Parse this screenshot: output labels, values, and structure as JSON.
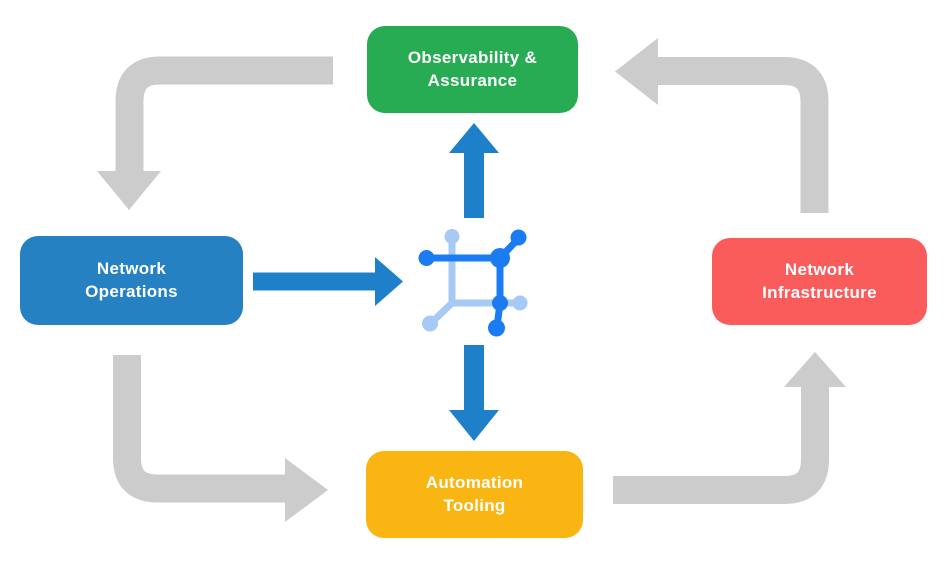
{
  "diagram": {
    "title": "Network automation lifecycle diagram",
    "background": "#ffffff",
    "nodes": [
      {
        "id": "observability-assurance",
        "line1": "Observability &",
        "line2": "Assurance",
        "color": "#27AC53",
        "text_color": "#ffffff"
      },
      {
        "id": "network-operations",
        "line1": "Network",
        "line2": "Operations",
        "color": "#2581C2",
        "text_color": "#ffffff"
      },
      {
        "id": "network-infrastructure",
        "line1": "Network",
        "line2": "Infrastructure",
        "color": "#FA5C5C",
        "text_color": "#ffffff"
      },
      {
        "id": "automation-tooling",
        "line1": "Automation",
        "line2": "Tooling",
        "color": "#F9B613",
        "text_color": "#ffffff"
      }
    ],
    "center_icon": "network-automation-icon",
    "colors": {
      "cycle_arrow": "#CCCCCC",
      "flow_arrow": "#1E80C8",
      "icon_blue": "#1A7CF0",
      "icon_light_blue": "#A6C9F6"
    },
    "cycle_order": [
      "Observability & Assurance",
      "Network Operations",
      "Automation Tooling",
      "Network Infrastructure"
    ],
    "flow_arrows": [
      "Network Operations to center icon",
      "Center icon to Observability & Assurance",
      "Center icon to Automation Tooling"
    ]
  }
}
